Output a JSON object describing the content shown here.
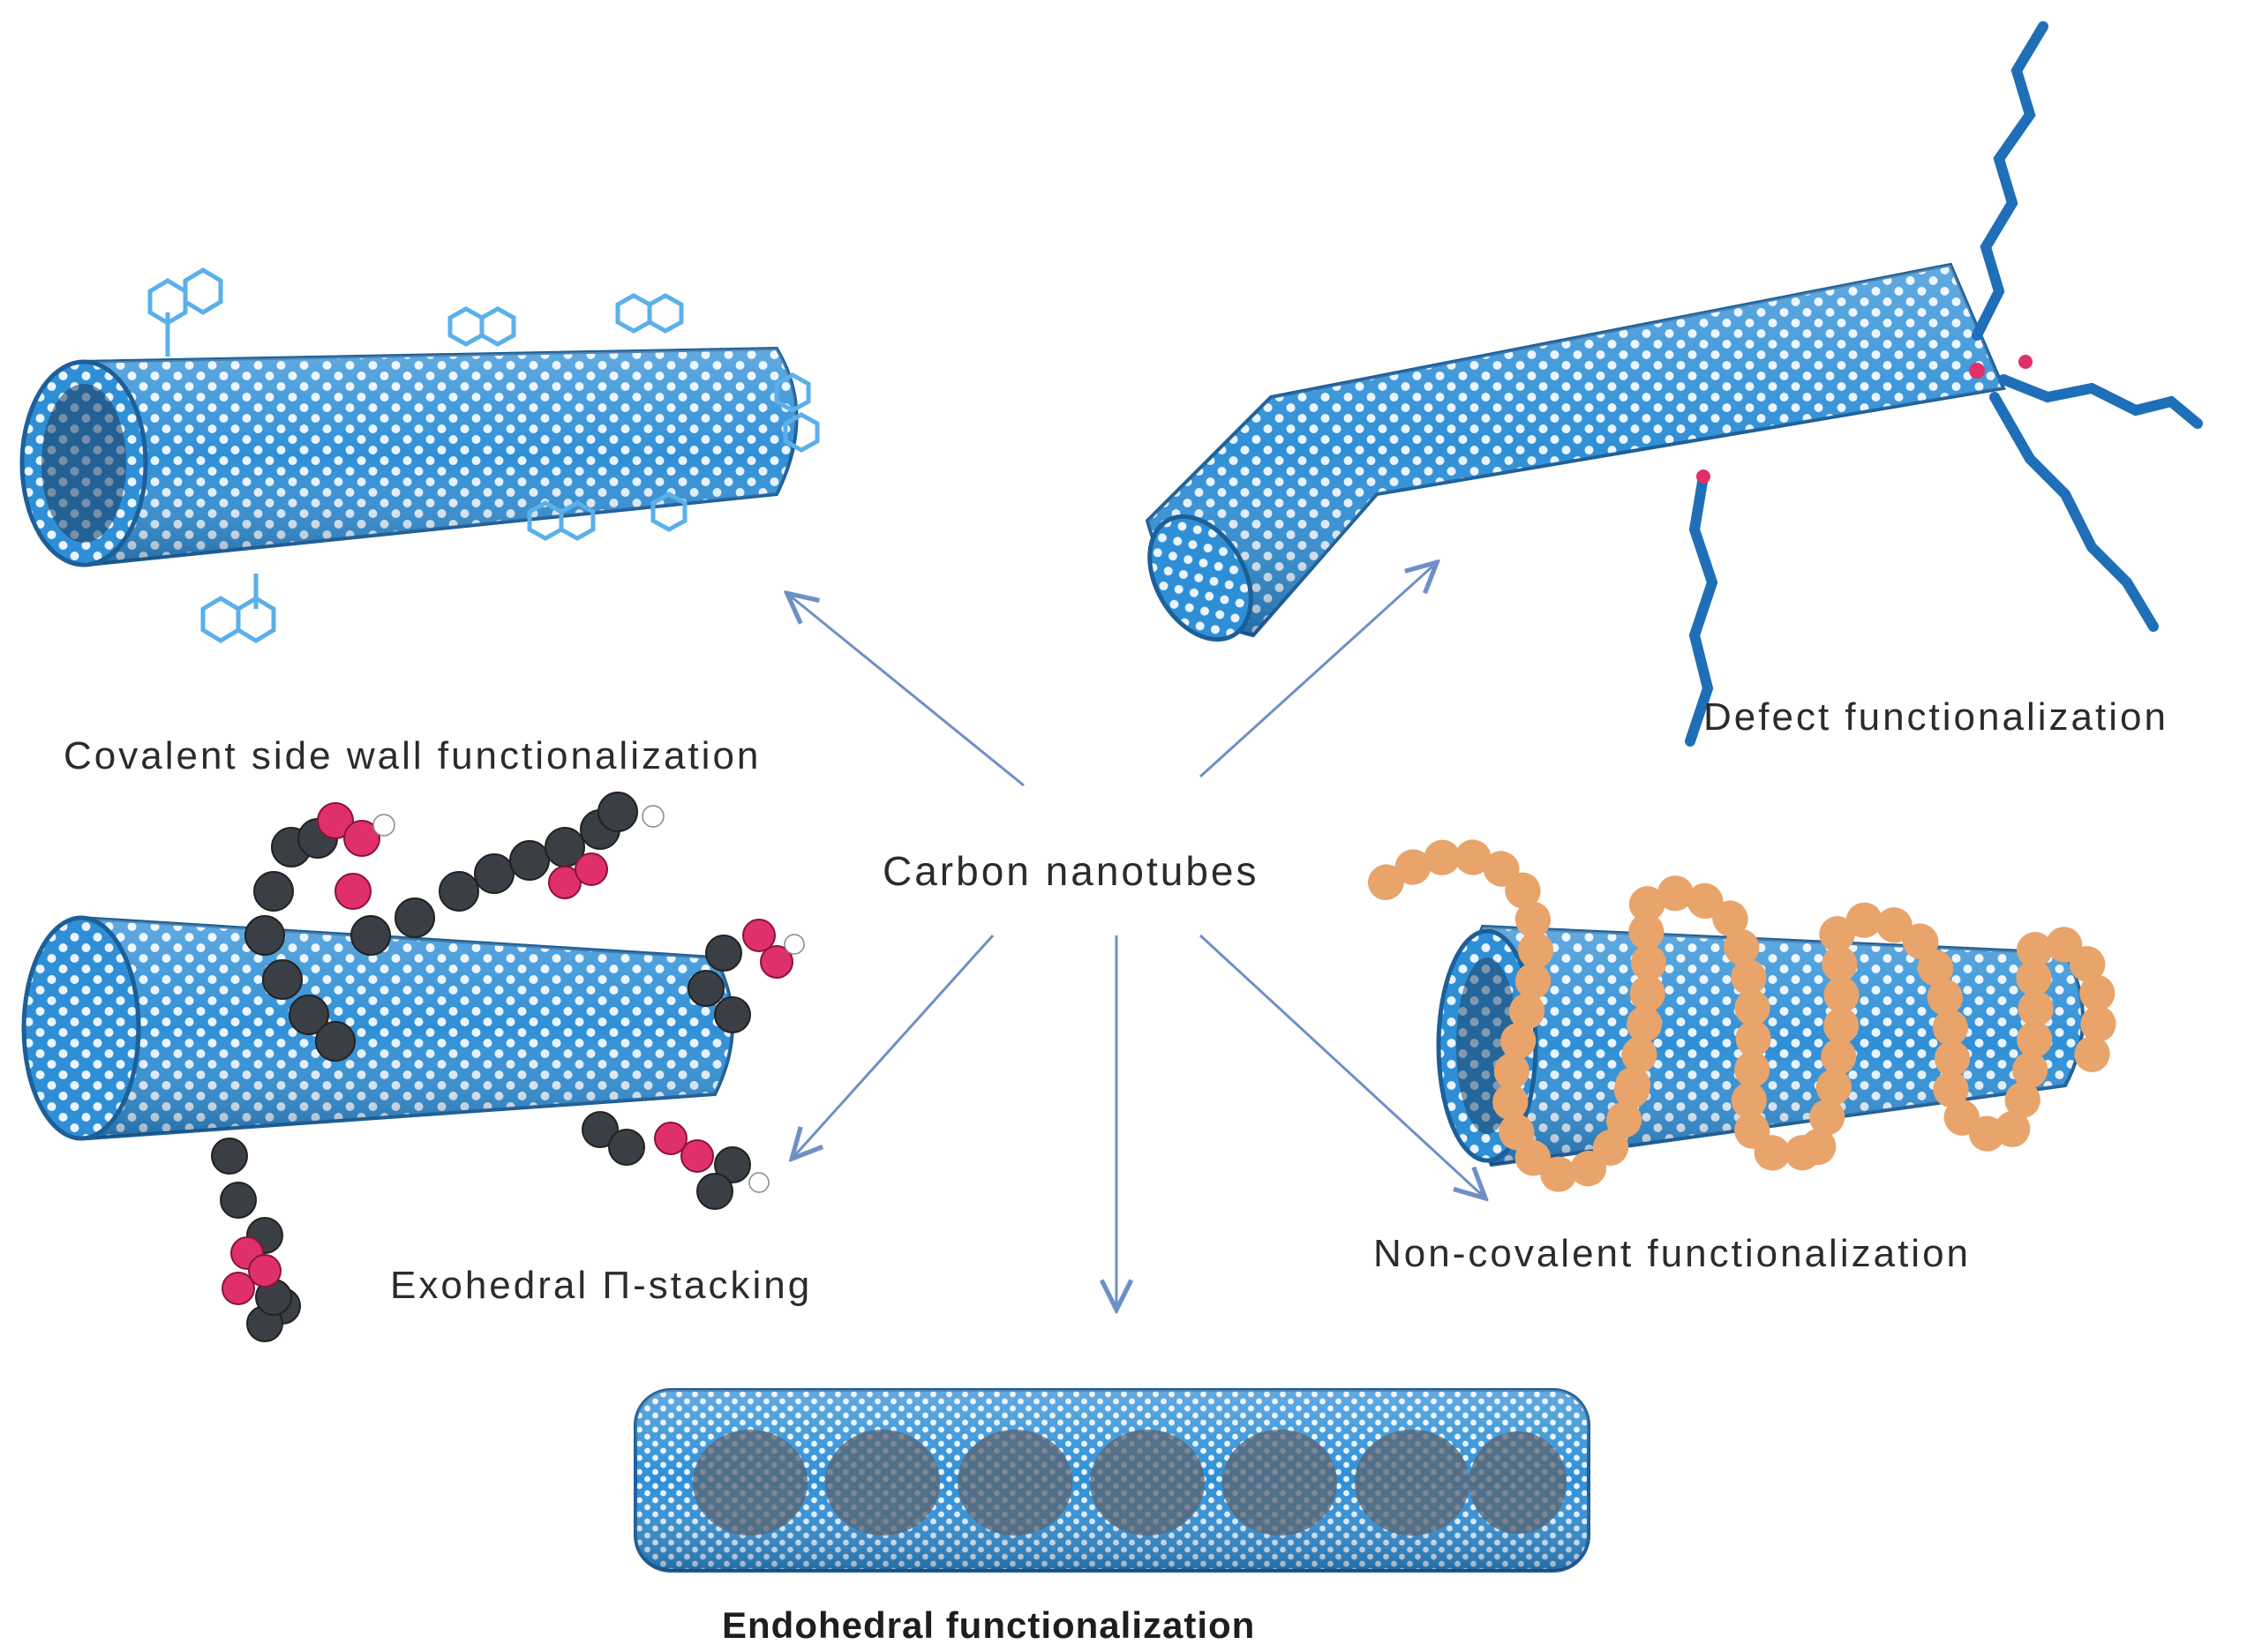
{
  "center": {
    "label": "Carbon nanotubes"
  },
  "labels": {
    "covalent": "Covalent side wall functionalization",
    "defect": "Defect functionalization",
    "exohedral": "Exohedral Π-stacking",
    "noncovalent": "Non-covalent functionalization",
    "endohedral": "Endohedral functionalization"
  },
  "colors": {
    "tube_blue": "#2f8fd6",
    "tube_dark": "#1c5f99",
    "arrow": "#6f8fc7",
    "pi_dark": "#3a3f45",
    "pi_pink": "#e0306b",
    "polymer": "#e8a46a",
    "text": "#2b2b2b"
  }
}
